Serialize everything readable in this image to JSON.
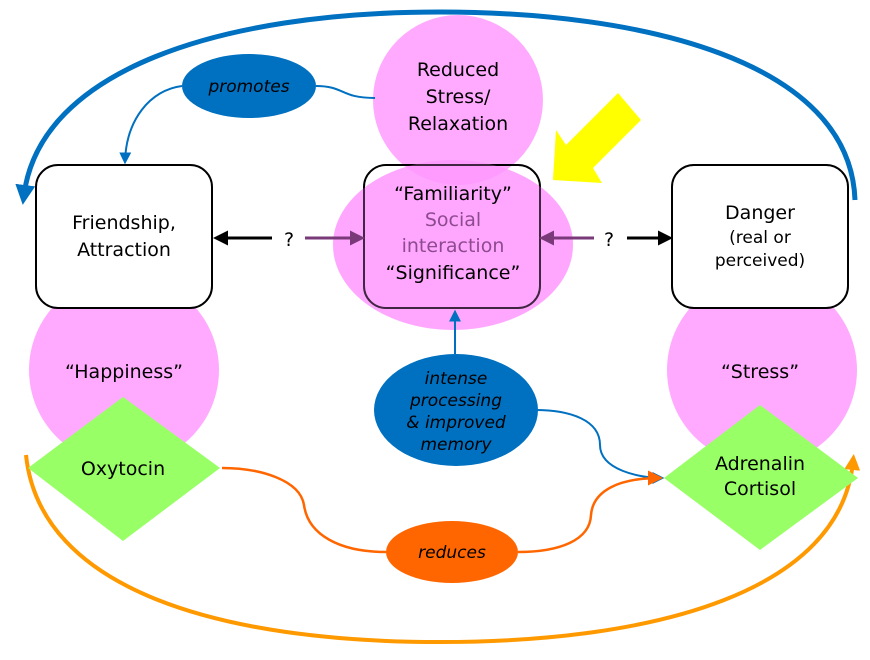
{
  "diagram": {
    "nodes": {
      "reduced_stress": {
        "lines": [
          "Reduced",
          "Stress/",
          "Relaxation"
        ]
      },
      "friendship": {
        "lines": [
          "Friendship,",
          "Attraction"
        ]
      },
      "center": {
        "line1": "“Familiarity”",
        "line2": "Social",
        "line3": "interaction",
        "line4": "“Significance”"
      },
      "danger": {
        "lines": [
          "Danger",
          "(real or",
          "perceived)"
        ]
      },
      "happiness": {
        "label": "“Happiness”"
      },
      "stress": {
        "label": "“Stress”"
      },
      "oxytocin": {
        "label": "Oxytocin"
      },
      "adrenalin": {
        "lines": [
          "Adrenalin",
          "Cortisol"
        ]
      }
    },
    "connectors": {
      "promotes": {
        "label": "promotes"
      },
      "intense": {
        "lines": [
          "intense",
          "processing",
          "& improved",
          "memory"
        ]
      },
      "reduces": {
        "label": "reduces"
      }
    },
    "edges": {
      "left_question": "?",
      "right_question": "?"
    },
    "colors": {
      "pink": "#ffaaff",
      "green": "#99ff66",
      "blue": "#0070c0",
      "orange_ellipse": "#ff6600",
      "orange_arc": "#ff9900",
      "yellow": "#ffff00",
      "purple_text": "#8e4a8e"
    }
  }
}
